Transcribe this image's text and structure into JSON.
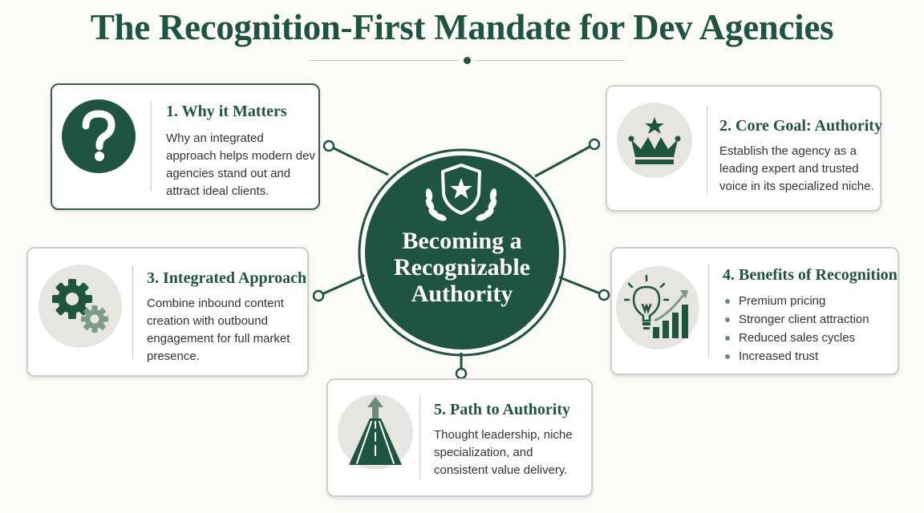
{
  "title": "The Recognition-First Mandate for Dev Agencies",
  "hub": {
    "label": "Becoming a Recognizable Authority",
    "icon": "shield-star-laurel-icon"
  },
  "cards": {
    "why": {
      "title": "1. Why it Matters",
      "body": "Why an integrated approach helps modern dev agencies stand out and attract ideal clients.",
      "icon": "question-mark-icon"
    },
    "core": {
      "title": "2. Core Goal: Authority",
      "body": "Establish the agency as a leading expert and trusted voice in its specialized niche.",
      "icon": "crown-icon"
    },
    "integrated": {
      "title": "3. Integrated Approach",
      "body": "Combine inbound content creation with outbound engagement for full market presence.",
      "icon": "gears-icon"
    },
    "benefits": {
      "title": "4. Benefits of Recognition",
      "bullets": [
        "Premium pricing",
        "Stronger client attraction",
        "Reduced sales cycles",
        "Increased trust"
      ],
      "icon": "lightbulb-growth-icon"
    },
    "path": {
      "title": "5. Path to Authority",
      "body": "Thought leadership, niche specialization, and consistent value delivery.",
      "icon": "road-arrow-icon"
    }
  },
  "colors": {
    "primary_green": "#1f5540",
    "light_green": "#7c9a84",
    "badge_gray": "#e6e5df",
    "background": "#fbfbf8"
  }
}
